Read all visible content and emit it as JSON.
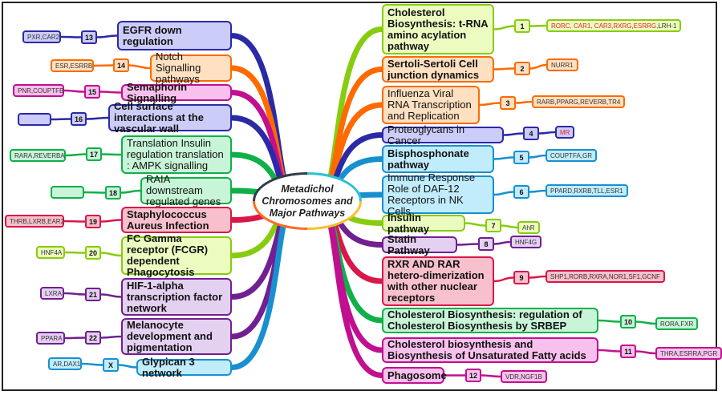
{
  "center": {
    "lines": [
      "Metadichol",
      "Chromosomes and",
      "Major Pathways"
    ]
  },
  "colors": {
    "blue": {
      "stroke": "#2a2aa6",
      "fill": "#ccccf8"
    },
    "orange": {
      "stroke": "#ff6a00",
      "fill": "#ffe0c0"
    },
    "magenta": {
      "stroke": "#c01090",
      "fill": "#f8c0ec"
    },
    "green": {
      "stroke": "#10b048",
      "fill": "#c8f4d8"
    },
    "red": {
      "stroke": "#d81848",
      "fill": "#f8c0cc"
    },
    "lime": {
      "stroke": "#88cc10",
      "fill": "#ecfcc0"
    },
    "purple": {
      "stroke": "#702090",
      "fill": "#e4d0f0"
    },
    "cyan": {
      "stroke": "#1890d0",
      "fill": "#c0ecfc"
    }
  },
  "right_branches": [
    {
      "id": "1",
      "label": "Cholesterol Biosynthesis: t-RNA amino acylation pathway",
      "genes": "RORC, CAR1, CAR3,RXRG,ESRRG,LRH-1",
      "genes_red_part": "RORC, CAR1, CAR3,RXRG,ESRRG,",
      "genes_black_part": "LRH-1",
      "color": "lime"
    },
    {
      "id": "2",
      "label": "Sertoli-Sertoli Cell junction dynamics",
      "genes": "NURR1",
      "color": "orange"
    },
    {
      "id": "3",
      "label": "Influenza Viral RNA Transcription and Replication",
      "genes": "RARB,PPARG,REVERB,TR4",
      "color": "orange"
    },
    {
      "id": "4",
      "label": "Proteoglycans in Cancer",
      "genes": "MR",
      "color": "blue"
    },
    {
      "id": "5",
      "label": "Bisphosphonate pathway",
      "genes": "COUPTFA,GR",
      "color": "cyan"
    },
    {
      "id": "6",
      "label": "Immune Response Role of DAF-12 Receptors in NK Cells",
      "genes": "PPARD,RXRB,TLL,ESR1",
      "color": "cyan"
    },
    {
      "id": "7",
      "label": "Insulin pathway",
      "genes": "AhR",
      "color": "lime"
    },
    {
      "id": "8",
      "label": "Statin Pathway",
      "genes": "HNF4G",
      "color": "purple"
    },
    {
      "id": "9",
      "label": "RXR AND RAR hetero-dimerization with other nuclear receptors",
      "genes": "SHP1,RORB,RXRA,NOR1,SF1,GCNF",
      "color": "red"
    },
    {
      "id": "10",
      "label": "Cholesterol Biosynthesis: regulation of Cholesterol Biosynthesis by SRBEP",
      "genes": "RORA,FXR",
      "color": "green"
    },
    {
      "id": "11",
      "label": "Cholesterol biosynthesis and Biosynthesis of Unsaturated Fatty acids",
      "genes": "THRA,ESRRA,PGR",
      "color": "magenta"
    },
    {
      "id": "12",
      "label": "Phagosome",
      "genes": "VDR,NGF1B",
      "color": "magenta"
    }
  ],
  "left_branches": [
    {
      "id": "13",
      "label": "EGFR down regulation",
      "genes": "PXR,CAR2",
      "color": "blue"
    },
    {
      "id": "14",
      "label": "Notch Signalling pathways",
      "genes": "ESR,ESRRB",
      "color": "orange"
    },
    {
      "id": "15",
      "label": "Semaphorin Signalling",
      "genes": "PNR,COUPTFB",
      "color": "magenta"
    },
    {
      "id": "16",
      "label": "Cell surface interactions at the vascular wall",
      "genes": "",
      "color": "blue"
    },
    {
      "id": "17",
      "label": "Translation Insulin regulation translation : AMPK signalling",
      "genes": "RARA,REVERBA",
      "color": "green"
    },
    {
      "id": "18",
      "label": "RAIA downstream regulated genes",
      "genes": "",
      "color": "green"
    },
    {
      "id": "19",
      "label": "Staphylococcus Aureus Infection",
      "genes": "THRB,LXRB,EAR2",
      "color": "red"
    },
    {
      "id": "20",
      "label": "FC Gamma receptor (FCGR) dependent Phagocytosis",
      "genes": "HNF4A",
      "color": "lime"
    },
    {
      "id": "21",
      "label": "HIF-1-alpha transcription factor network",
      "genes": "LXRA",
      "color": "purple"
    },
    {
      "id": "22",
      "label": "Melanocyte development and pigmentation",
      "genes": "PPARA",
      "color": "purple"
    },
    {
      "id": "X",
      "label": "Glypican 3 network",
      "genes": "AR,DAX1",
      "color": "cyan"
    }
  ]
}
